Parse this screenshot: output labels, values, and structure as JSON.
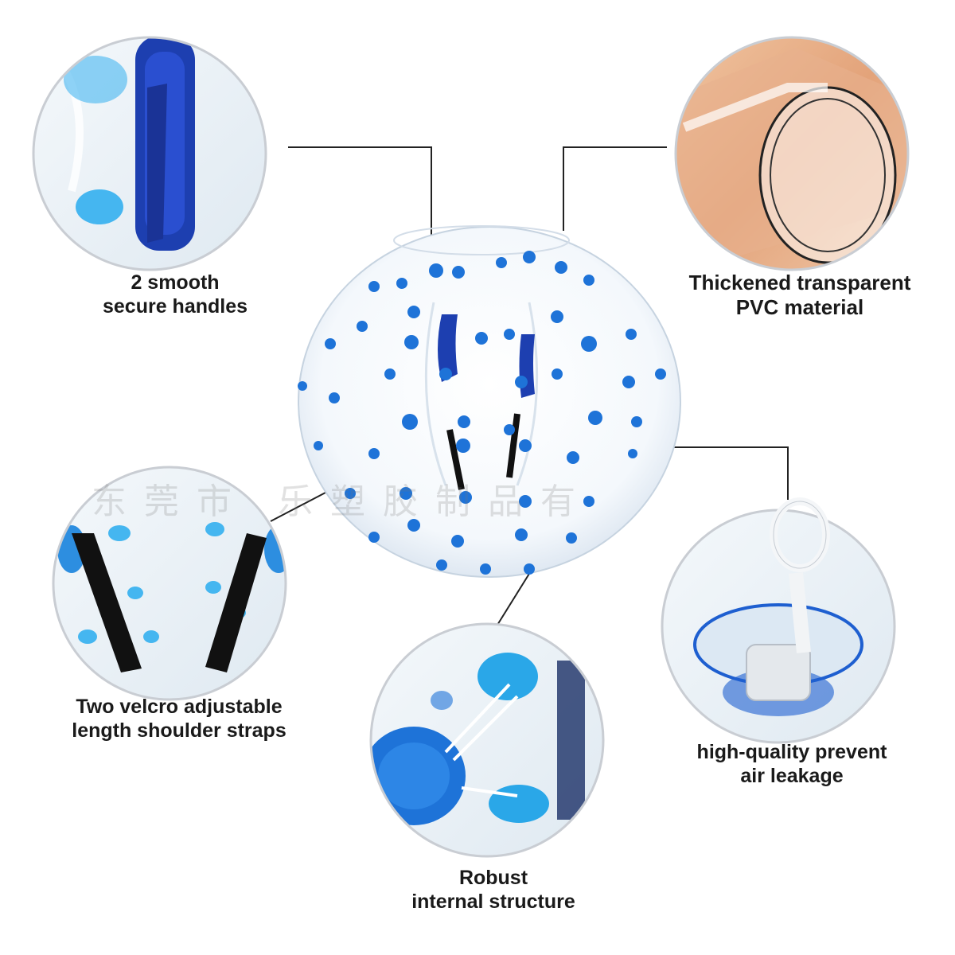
{
  "captions": {
    "handles": {
      "line1": "2 smooth",
      "line2": "secure handles"
    },
    "pvc": {
      "line1": "Thickened transparent",
      "line2": "PVC material"
    },
    "straps": {
      "line1": "Two velcro adjustable",
      "line2": "length shoulder straps"
    },
    "valve": {
      "line1": "high-quality prevent",
      "line2": "air leakage"
    },
    "structure": {
      "line1": "Robust",
      "line2": "internal structure"
    }
  },
  "watermark": "东莞市 乐塑胶制品有",
  "colors": {
    "accent_blue": "#1e73d8",
    "deep_blue": "#1d3fb0",
    "light_blue": "#45b6f0",
    "strap_black": "#111111",
    "leader_line": "#222222",
    "circle_border": "#c9cdd3"
  }
}
